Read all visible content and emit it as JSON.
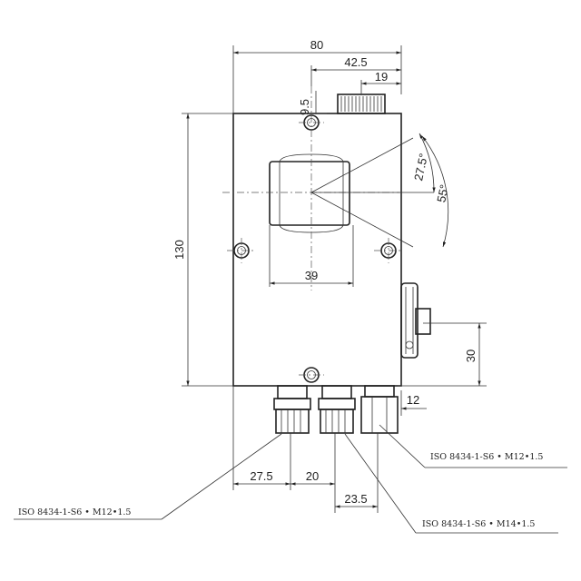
{
  "drawing": {
    "dimensions": {
      "overall_width": "80",
      "offset_42_5": "42.5",
      "offset_19": "19",
      "offset_9_5": "9.5",
      "height": "130",
      "window_width": "39",
      "angle_half": "27.5°",
      "angle_full": "55°",
      "valve_height": "30",
      "port_offset": "12",
      "port1_offset": "27.5",
      "port_spacing": "20",
      "port3_offset": "23.5"
    },
    "callouts": {
      "port_left": "ISO 8434-1-S6 • M12•1.5",
      "port_right": "ISO 8434-1-S6 • M12•1.5",
      "port_bottom": "ISO 8434-1-S6 • M14•1.5"
    }
  }
}
